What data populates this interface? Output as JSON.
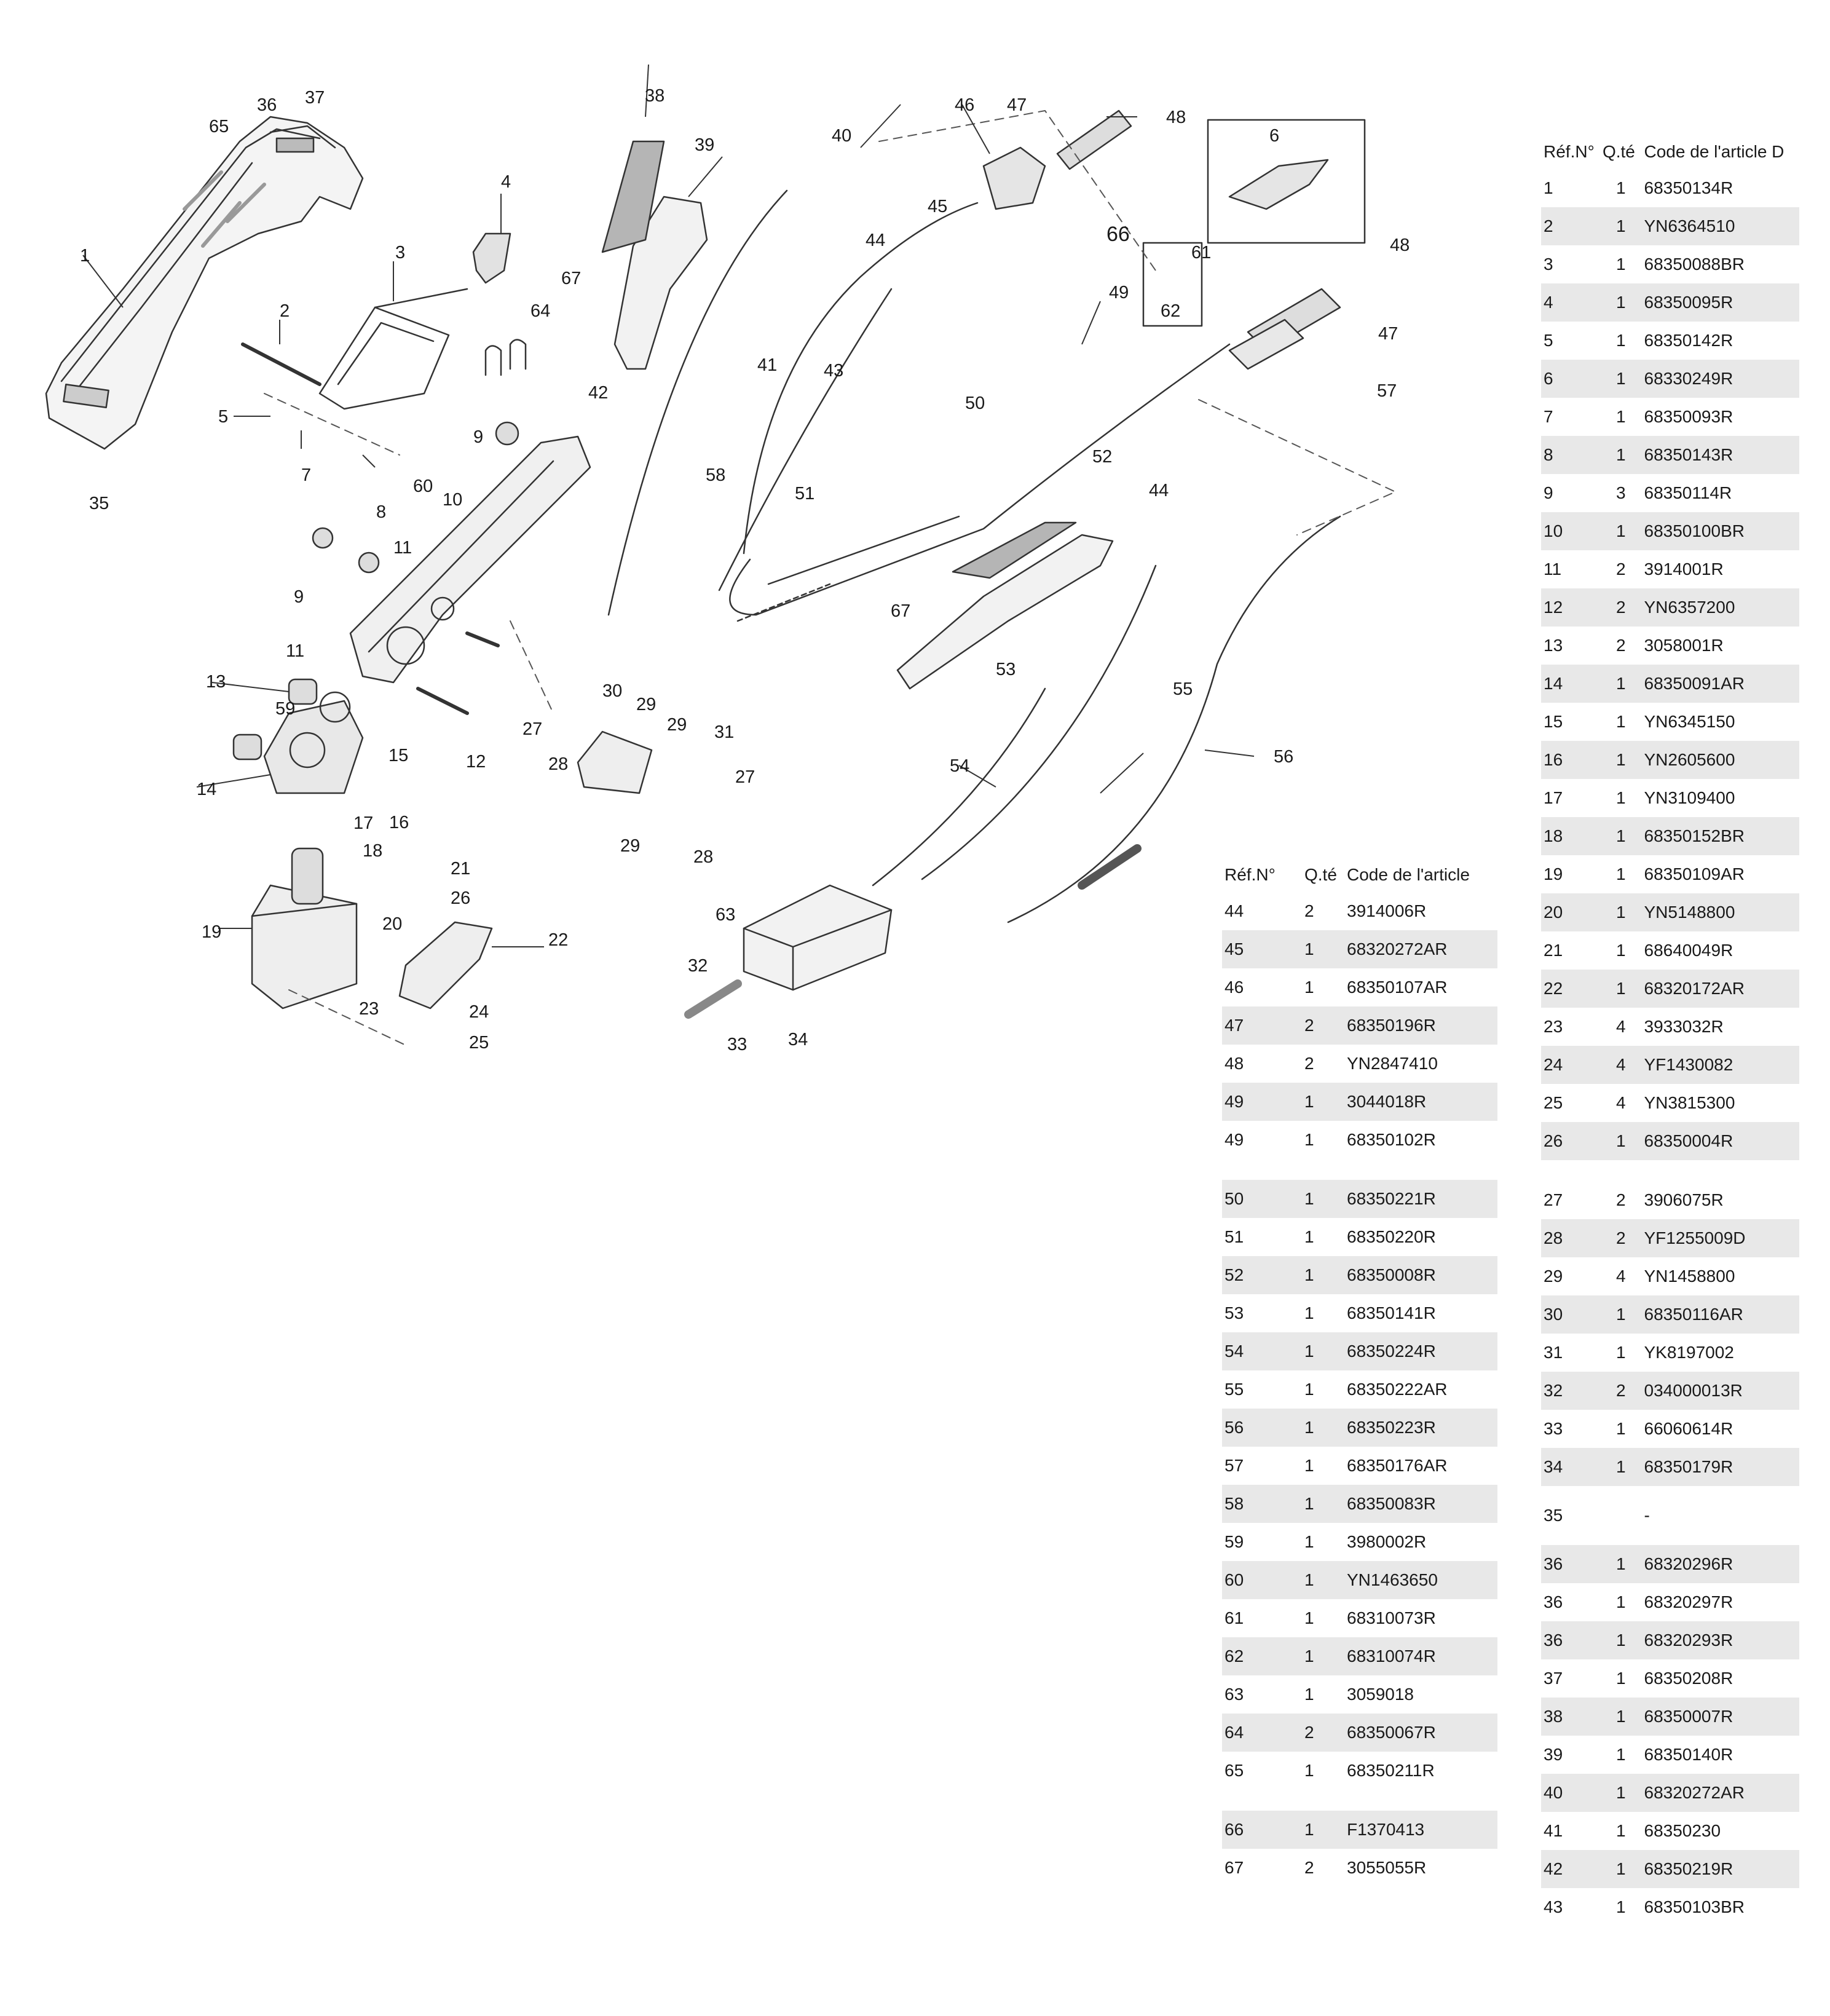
{
  "callouts": [
    {
      "n": "1"
    },
    {
      "n": "2"
    },
    {
      "n": "3"
    },
    {
      "n": "4"
    },
    {
      "n": "5"
    },
    {
      "n": "6"
    },
    {
      "n": "7"
    },
    {
      "n": "8"
    },
    {
      "n": "9"
    },
    {
      "n": "9"
    },
    {
      "n": "10"
    },
    {
      "n": "11"
    },
    {
      "n": "11"
    },
    {
      "n": "12"
    },
    {
      "n": "13"
    },
    {
      "n": "14"
    },
    {
      "n": "15"
    },
    {
      "n": "16"
    },
    {
      "n": "17"
    },
    {
      "n": "18"
    },
    {
      "n": "19"
    },
    {
      "n": "20"
    },
    {
      "n": "21"
    },
    {
      "n": "22"
    },
    {
      "n": "23"
    },
    {
      "n": "24"
    },
    {
      "n": "25"
    },
    {
      "n": "26"
    },
    {
      "n": "27"
    },
    {
      "n": "27"
    },
    {
      "n": "28"
    },
    {
      "n": "28"
    },
    {
      "n": "29"
    },
    {
      "n": "29"
    },
    {
      "n": "29"
    },
    {
      "n": "30"
    },
    {
      "n": "31"
    },
    {
      "n": "32"
    },
    {
      "n": "33"
    },
    {
      "n": "34"
    },
    {
      "n": "35"
    },
    {
      "n": "36"
    },
    {
      "n": "37"
    },
    {
      "n": "38"
    },
    {
      "n": "39"
    },
    {
      "n": "40"
    },
    {
      "n": "41"
    },
    {
      "n": "42"
    },
    {
      "n": "43"
    },
    {
      "n": "44"
    },
    {
      "n": "44"
    },
    {
      "n": "45"
    },
    {
      "n": "46"
    },
    {
      "n": "47"
    },
    {
      "n": "47"
    },
    {
      "n": "48"
    },
    {
      "n": "48"
    },
    {
      "n": "49"
    },
    {
      "n": "50"
    },
    {
      "n": "51"
    },
    {
      "n": "52"
    },
    {
      "n": "53"
    },
    {
      "n": "54"
    },
    {
      "n": "55"
    },
    {
      "n": "56"
    },
    {
      "n": "57"
    },
    {
      "n": "58"
    },
    {
      "n": "59"
    },
    {
      "n": "60"
    },
    {
      "n": "61"
    },
    {
      "n": "62"
    },
    {
      "n": "63"
    },
    {
      "n": "64"
    },
    {
      "n": "65"
    },
    {
      "n": "66"
    },
    {
      "n": "67"
    },
    {
      "n": "67"
    }
  ],
  "table_mid": {
    "headers": [
      "Réf.N°",
      "Q.té",
      "Code de l'article"
    ],
    "rows": [
      {
        "ref": "44",
        "qty": "2",
        "code": "3914006R"
      },
      {
        "ref": "45",
        "qty": "1",
        "code": "68320272AR"
      },
      {
        "ref": "46",
        "qty": "1",
        "code": "68350107AR"
      },
      {
        "ref": "47",
        "qty": "2",
        "code": "68350196R"
      },
      {
        "ref": "48",
        "qty": "2",
        "code": "YN2847410"
      },
      {
        "ref": "49",
        "qty": "1",
        "code": "3044018R"
      },
      {
        "ref": "49",
        "qty": "1",
        "code": "68350102R"
      },
      {
        "ref": "50",
        "qty": "1",
        "code": "68350221R"
      },
      {
        "ref": "51",
        "qty": "1",
        "code": "68350220R"
      },
      {
        "ref": "52",
        "qty": "1",
        "code": "68350008R"
      },
      {
        "ref": "53",
        "qty": "1",
        "code": "68350141R"
      },
      {
        "ref": "54",
        "qty": "1",
        "code": "68350224R"
      },
      {
        "ref": "55",
        "qty": "1",
        "code": "68350222AR"
      },
      {
        "ref": "56",
        "qty": "1",
        "code": "68350223R"
      },
      {
        "ref": "57",
        "qty": "1",
        "code": "68350176AR"
      },
      {
        "ref": "58",
        "qty": "1",
        "code": "68350083R"
      },
      {
        "ref": "59",
        "qty": "1",
        "code": "3980002R"
      },
      {
        "ref": "60",
        "qty": "1",
        "code": "YN1463650"
      },
      {
        "ref": "61",
        "qty": "1",
        "code": "68310073R"
      },
      {
        "ref": "62",
        "qty": "1",
        "code": "68310074R"
      },
      {
        "ref": "63",
        "qty": "1",
        "code": "3059018"
      },
      {
        "ref": "64",
        "qty": "2",
        "code": "68350067R"
      },
      {
        "ref": "65",
        "qty": "1",
        "code": "68350211R"
      },
      {
        "ref": "66",
        "qty": "1",
        "code": "F1370413"
      },
      {
        "ref": "67",
        "qty": "2",
        "code": "3055055R"
      }
    ]
  },
  "table_right": {
    "headers": [
      "Réf.N°",
      "Q.té",
      "Code de l'article D"
    ],
    "rows": [
      {
        "ref": "1",
        "qty": "1",
        "code": "68350134R"
      },
      {
        "ref": "2",
        "qty": "1",
        "code": "YN6364510"
      },
      {
        "ref": "3",
        "qty": "1",
        "code": "68350088BR"
      },
      {
        "ref": "4",
        "qty": "1",
        "code": "68350095R"
      },
      {
        "ref": "5",
        "qty": "1",
        "code": "68350142R"
      },
      {
        "ref": "6",
        "qty": "1",
        "code": "68330249R"
      },
      {
        "ref": "7",
        "qty": "1",
        "code": "68350093R"
      },
      {
        "ref": "8",
        "qty": "1",
        "code": "68350143R"
      },
      {
        "ref": "9",
        "qty": "3",
        "code": "68350114R"
      },
      {
        "ref": "10",
        "qty": "1",
        "code": "68350100BR"
      },
      {
        "ref": "11",
        "qty": "2",
        "code": "3914001R"
      },
      {
        "ref": "12",
        "qty": "2",
        "code": "YN6357200"
      },
      {
        "ref": "13",
        "qty": "2",
        "code": "3058001R"
      },
      {
        "ref": "14",
        "qty": "1",
        "code": "68350091AR"
      },
      {
        "ref": "15",
        "qty": "1",
        "code": "YN6345150"
      },
      {
        "ref": "16",
        "qty": "1",
        "code": "YN2605600"
      },
      {
        "ref": "17",
        "qty": "1",
        "code": "YN3109400"
      },
      {
        "ref": "18",
        "qty": "1",
        "code": "68350152BR"
      },
      {
        "ref": "19",
        "qty": "1",
        "code": "68350109AR"
      },
      {
        "ref": "20",
        "qty": "1",
        "code": "YN5148800"
      },
      {
        "ref": "21",
        "qty": "1",
        "code": "68640049R"
      },
      {
        "ref": "22",
        "qty": "1",
        "code": "68320172AR"
      },
      {
        "ref": "23",
        "qty": "4",
        "code": "3933032R"
      },
      {
        "ref": "24",
        "qty": "4",
        "code": "YF1430082"
      },
      {
        "ref": "25",
        "qty": "4",
        "code": "YN3815300"
      },
      {
        "ref": "26",
        "qty": "1",
        "code": "68350004R"
      },
      {
        "ref": "27",
        "qty": "2",
        "code": "3906075R"
      },
      {
        "ref": "28",
        "qty": "2",
        "code": "YF1255009D"
      },
      {
        "ref": "29",
        "qty": "4",
        "code": "YN1458800"
      },
      {
        "ref": "30",
        "qty": "1",
        "code": "68350116AR"
      },
      {
        "ref": "31",
        "qty": "1",
        "code": "YK8197002"
      },
      {
        "ref": "32",
        "qty": "2",
        "code": "034000013R"
      },
      {
        "ref": "33",
        "qty": "1",
        "code": "66060614R"
      },
      {
        "ref": "34",
        "qty": "1",
        "code": "68350179R"
      },
      {
        "ref": "35",
        "qty": "",
        "code": "-"
      },
      {
        "ref": "36",
        "qty": "1",
        "code": "68320296R"
      },
      {
        "ref": "36",
        "qty": "1",
        "code": "68320297R"
      },
      {
        "ref": "36",
        "qty": "1",
        "code": "68320293R"
      },
      {
        "ref": "37",
        "qty": "1",
        "code": "68350208R"
      },
      {
        "ref": "38",
        "qty": "1",
        "code": "68350007R"
      },
      {
        "ref": "39",
        "qty": "1",
        "code": "68350140R"
      },
      {
        "ref": "40",
        "qty": "1",
        "code": "68320272AR"
      },
      {
        "ref": "41",
        "qty": "1",
        "code": "68350230"
      },
      {
        "ref": "42",
        "qty": "1",
        "code": "68350219R"
      },
      {
        "ref": "43",
        "qty": "1",
        "code": "68350103BR"
      }
    ]
  }
}
